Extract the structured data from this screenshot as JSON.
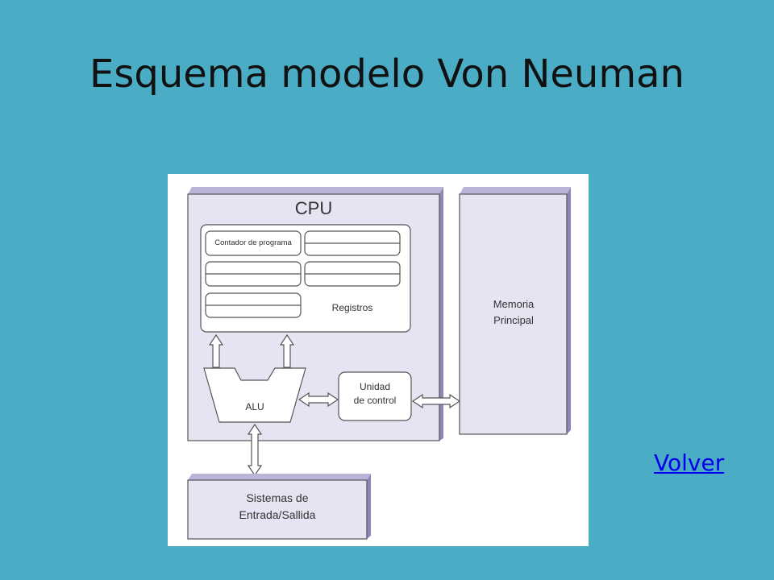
{
  "slide": {
    "title": "Esquema modelo Von Neuman",
    "link": "Volver"
  },
  "diagram": {
    "cpu_label": "CPU",
    "registers": {
      "program_counter": "Contador de programa",
      "label": "Registros"
    },
    "alu_label": "ALU",
    "control_unit": [
      "Unidad",
      "de control"
    ],
    "memory": [
      "Memoria",
      "Principal"
    ],
    "io": [
      "Sistemas de",
      "Entrada/Sallida"
    ]
  },
  "colors": {
    "background": "#4BACC6",
    "block_fill": "#E6E4F2",
    "block_shadow": "#8C87B8",
    "link": "#0000EE"
  }
}
